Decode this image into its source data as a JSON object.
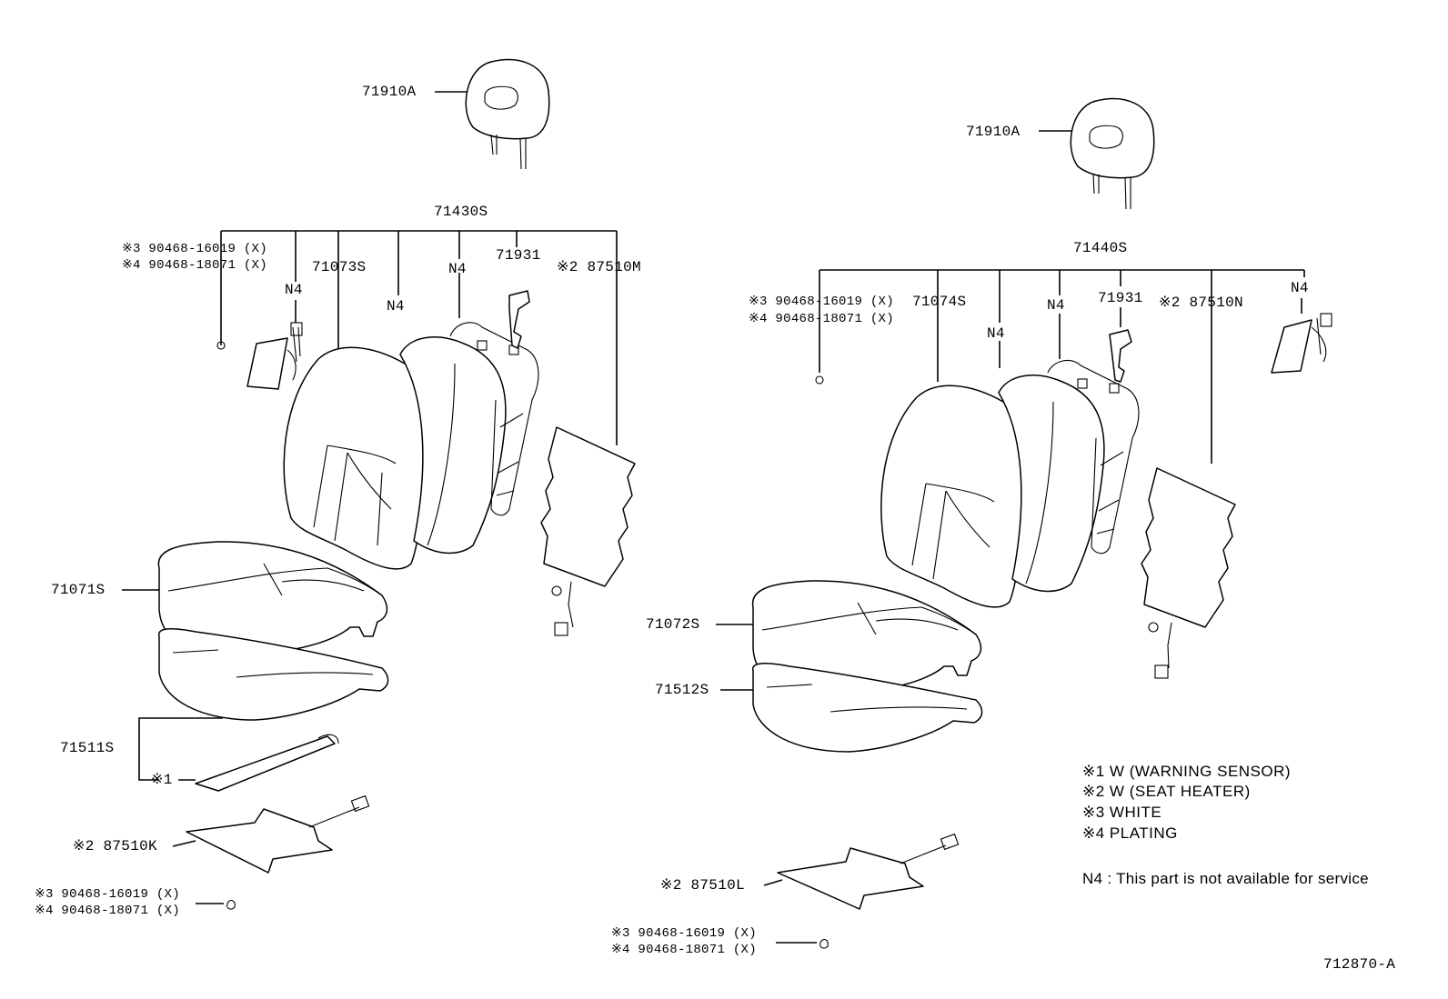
{
  "left": {
    "headrest": "71910A",
    "assembly": "71430S",
    "clip_a": "※3 90468-16019 (X)",
    "clip_b": "※4 90468-18071 (X)",
    "n4_a": "N4",
    "cover": "71073S",
    "n4_b": "N4",
    "n4_c": "N4",
    "support": "71931",
    "heater_back": "※2 87510M",
    "cushion_cover": "71071S",
    "pad": "71511S",
    "sensor": "※1",
    "heater_cushion": "※2 87510K",
    "bottom_clip_a": "※3 90468-16019 (X)",
    "bottom_clip_b": "※4 90468-18071 (X)"
  },
  "right": {
    "headrest": "71910A",
    "assembly": "71440S",
    "clip_a": "※3 90468-16019 (X)",
    "clip_b": "※4 90468-18071 (X)",
    "cover": "71074S",
    "n4_a": "N4",
    "n4_b": "N4",
    "support": "71931",
    "heater_back": "※2 87510N",
    "n4_c": "N4",
    "cushion_cover": "71072S",
    "pad": "71512S",
    "heater_cushion": "※2 87510L",
    "bottom_clip_a": "※3 90468-16019 (X)",
    "bottom_clip_b": "※4 90468-18071 (X)"
  },
  "legend": [
    "※1  W (WARNING  SENSOR)",
    "※2  W (SEAT  HEATER)",
    "※3  WHITE",
    "※4  PLATING"
  ],
  "note": "N4 :  This part is not available for service",
  "figure_id": "712870-A"
}
